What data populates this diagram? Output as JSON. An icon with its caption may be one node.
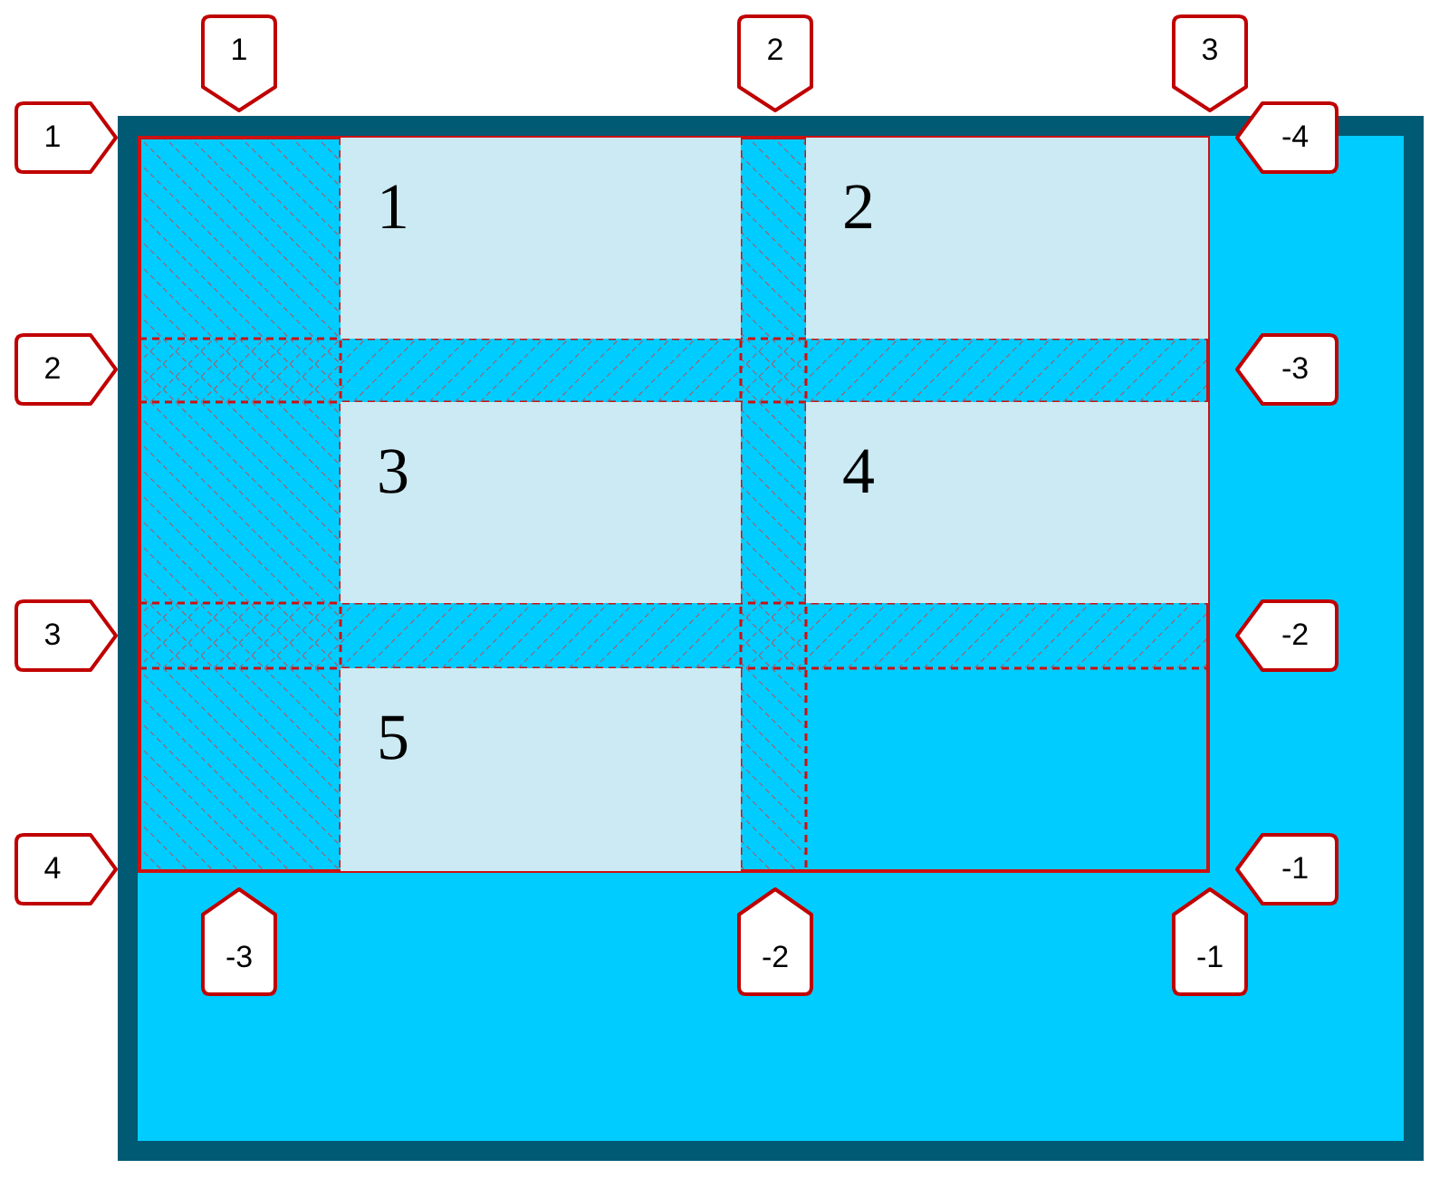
{
  "diagram": {
    "nodes": [
      {
        "text": [],
        "shape": "box"
      },
      {
        "text": [
          "1"
        ],
        "in": 0
      },
      {
        "text": [
          "2"
        ],
        "in": 0
      },
      {
        "text": [
          "3"
        ],
        "in": 0
      },
      {
        "text": [
          "4"
        ],
        "in": 0
      },
      {
        "text": [
          "5"
        ],
        "in": 0
      }
    ],
    "labels": [
      "1",
      "2",
      "3",
      "1",
      "-4",
      "2",
      "-3",
      "3",
      "-2",
      "4",
      "-1",
      "-3",
      "-2",
      "-1"
    ]
  }
}
